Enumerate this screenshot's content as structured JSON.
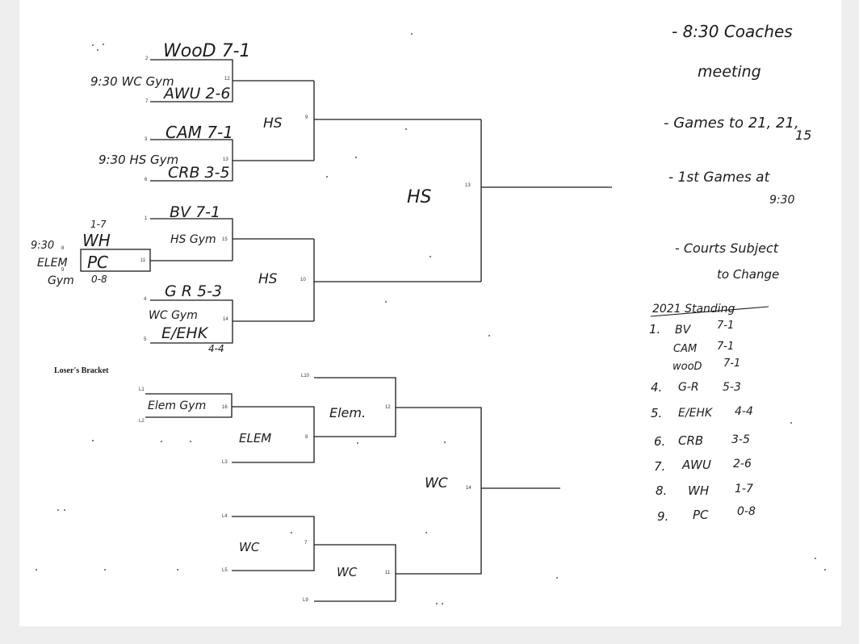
{
  "winners_bracket": {
    "team_1_seed": "2",
    "team_1": "WooD 7-1",
    "team_2_seed": "7",
    "team_2": "AWU 2-6",
    "game_1_note": "9:30 WC Gym",
    "game_1_no": "12",
    "team_3_seed": "3",
    "team_3": "CAM 7-1",
    "team_4_seed": "6",
    "team_4": "CRB 3-5",
    "game_2_note": "9:30 HS Gym",
    "game_2_no": "13",
    "team_5_seed": "1",
    "team_5": "BV 7-1",
    "game_3_note": "HS Gym",
    "game_3_no": "15",
    "play_in_seed_8": "8",
    "play_in_seed_9": "9",
    "play_in_record_top": "1-7",
    "play_in_team_1": "WH",
    "play_in_team_2": "PC",
    "play_in_time": "9:30",
    "play_in_site_1": "ELEM",
    "play_in_site_2": "Gym",
    "play_in_record_bottom": "0-8",
    "play_in_game_no": "11",
    "team_6_seed": "4",
    "team_6": "G R 5-3",
    "team_7_seed": "5",
    "team_7": "E/EHK",
    "team_7_record": "4-4",
    "game_4_note": "WC Gym",
    "game_4_no": "14",
    "semi_1_site": "HS",
    "semi_1_no": "9",
    "semi_2_site": "HS",
    "semi_2_no": "10",
    "final_site": "HS",
    "final_no": "13"
  },
  "losers_bracket": {
    "title": "Loser's Bracket",
    "l1": "L1",
    "l2": "L2",
    "l3": "L3",
    "l4": "L4",
    "l5": "L5",
    "l9": "L9",
    "l10": "L10",
    "game_a_site": "Elem Gym",
    "game_a_no": "16",
    "game_b_site": "ELEM",
    "game_b_no": "8",
    "game_c_site": "Elem.",
    "game_c_no": "12",
    "game_d_site": "WC",
    "game_d_no": "7",
    "game_e_site": "WC",
    "game_e_no": "11",
    "game_f_site": "WC",
    "game_f_no": "14"
  },
  "notes": {
    "line_1": "- 8:30 Coaches",
    "line_2": "meeting",
    "line_3": "- Games to 21, 21,",
    "line_4": "15",
    "line_5": "- 1st Games at",
    "line_6": "9:30",
    "line_7": "- Courts Subject",
    "line_8": "to Change"
  },
  "standings": {
    "title": "2021 Standing",
    "rows": [
      {
        "rank": "1.",
        "team": "BV",
        "record": "7-1"
      },
      {
        "rank": "",
        "team": "CAM",
        "record": "7-1"
      },
      {
        "rank": "",
        "team": "wooD",
        "record": "7-1"
      },
      {
        "rank": "4.",
        "team": "G-R",
        "record": "5-3"
      },
      {
        "rank": "5.",
        "team": "E/EHK",
        "record": "4-4"
      },
      {
        "rank": "6.",
        "team": "CRB",
        "record": "3-5"
      },
      {
        "rank": "7.",
        "team": "AWU",
        "record": "2-6"
      },
      {
        "rank": "8.",
        "team": "WH",
        "record": "1-7"
      },
      {
        "rank": "9.",
        "team": "PC",
        "record": "0-8"
      }
    ]
  }
}
